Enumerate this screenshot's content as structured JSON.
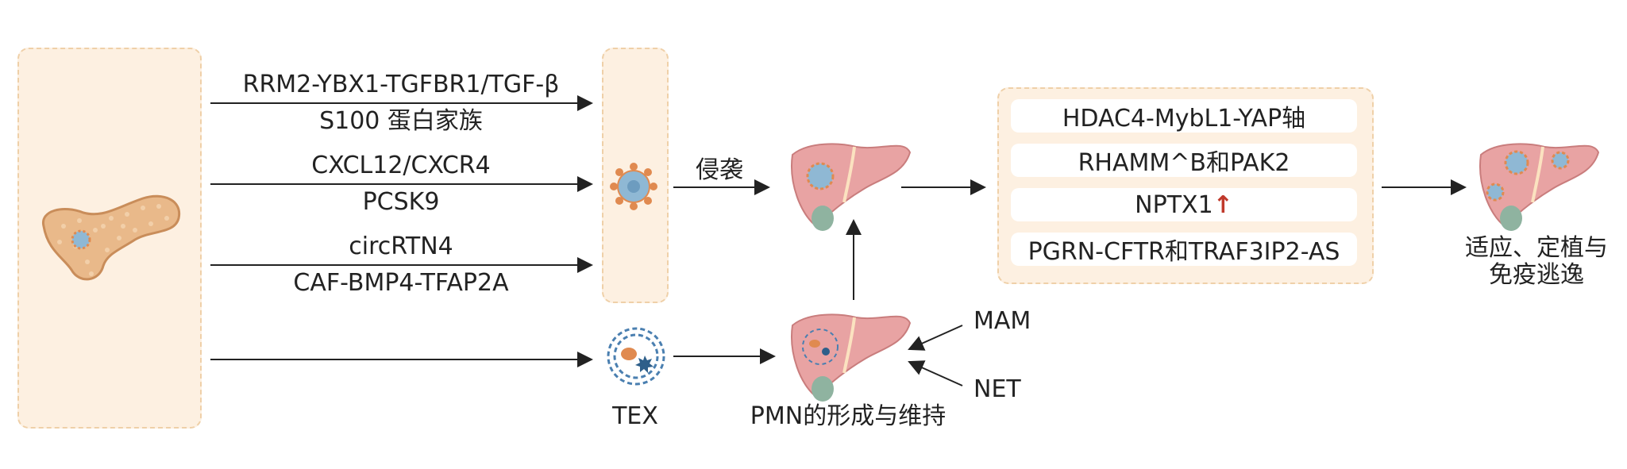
{
  "pathways": {
    "p1_top": "RRM2-YBX1-TGFBR1/TGF-β",
    "p1_bottom": "S100 蛋白家族",
    "p2_top": "CXCL12/CXCR4",
    "p2_bottom": "PCSK9",
    "p3_top": "circRTN4",
    "p3_bottom": "CAF-BMP4-TFAP2A"
  },
  "invasion_label": "侵袭",
  "tex_label": "TEX",
  "pmn_label": "PMN的形成与维持",
  "mam_label": "MAM",
  "net_label": "NET",
  "mechanisms": [
    {
      "text": "HDAC4-MybL1-YAP轴",
      "arrow": ""
    },
    {
      "text": "RHAMM^B和PAK2",
      "arrow": ""
    },
    {
      "text": "NPTX1",
      "arrow": "↑"
    },
    {
      "text": "PGRN-CFTR和TRAF3IP2-AS",
      "arrow": ""
    }
  ],
  "outcome_line1": "适应、定植与",
  "outcome_line2": "免疫逃逸",
  "colors": {
    "panel_fill": "#fdf0e1",
    "panel_border": "#efd0a8",
    "liver": "#e8a3a3",
    "tumor": "#8fb8d4",
    "up_arrow": "#c0392b"
  },
  "icons": [
    "pancreas-icon",
    "tumor-cell-icon",
    "exosome-icon",
    "liver-icon"
  ]
}
